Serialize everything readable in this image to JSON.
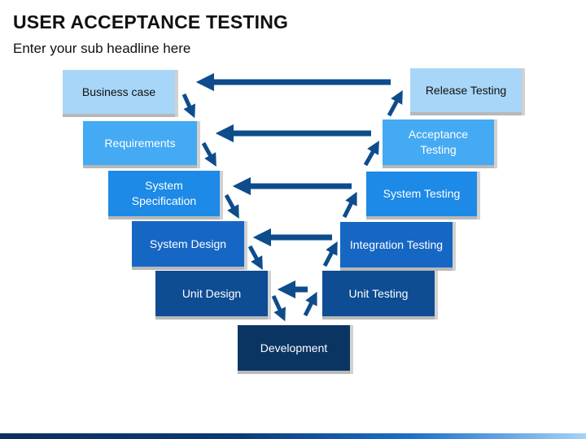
{
  "title": "USER ACCEPTANCE TESTING",
  "subtitle": "Enter your sub headline here",
  "left_blocks": [
    {
      "label": "Business case",
      "color": "#a8d6f8",
      "text_color": "#111111"
    },
    {
      "label": "Requirements",
      "color": "#44aaf3",
      "text_color": "#ffffff"
    },
    {
      "label": "System\nSpecification",
      "color": "#1c8ae6",
      "text_color": "#ffffff"
    },
    {
      "label": "System  Design",
      "color": "#1667c4",
      "text_color": "#ffffff"
    },
    {
      "label": "Unit Design",
      "color": "#0e4c93",
      "text_color": "#ffffff"
    }
  ],
  "right_blocks": [
    {
      "label": "Release Testing",
      "color": "#a8d6f8",
      "text_color": "#111111"
    },
    {
      "label": "Acceptance\nTesting",
      "color": "#44aaf3",
      "text_color": "#ffffff"
    },
    {
      "label": "System Testing",
      "color": "#1c8ae6",
      "text_color": "#ffffff"
    },
    {
      "label": "Integration Testing",
      "color": "#1667c4",
      "text_color": "#ffffff"
    },
    {
      "label": "Unit Testing",
      "color": "#0e4c93",
      "text_color": "#ffffff"
    }
  ],
  "bottom_block": {
    "label": "Development",
    "color": "#0a3563",
    "text_color": "#ffffff"
  },
  "arrow_color": "#0e4c8c"
}
